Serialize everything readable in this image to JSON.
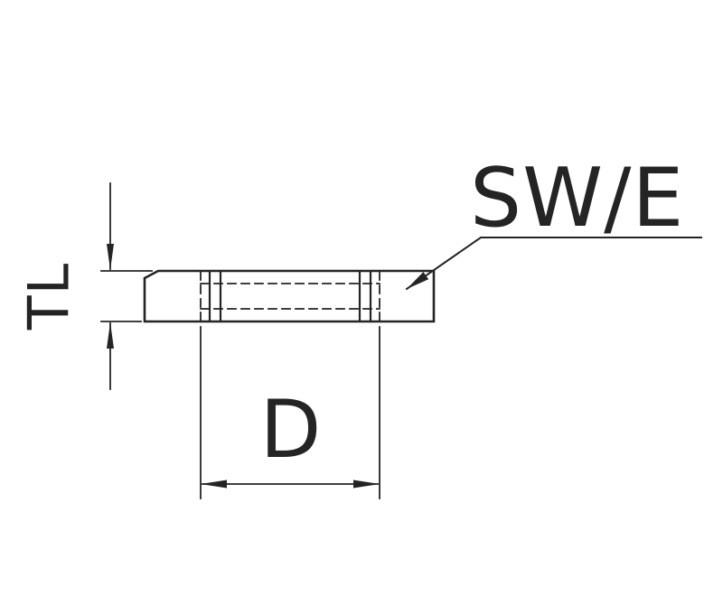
{
  "drawing": {
    "type": "technical-drawing",
    "description": "Side section view of a threaded washer/nut with dimension callouts",
    "labels": {
      "tl": "TL",
      "d": "D",
      "swe": "SW/E"
    },
    "colors": {
      "line": "#242424",
      "background": "#ffffff"
    }
  }
}
